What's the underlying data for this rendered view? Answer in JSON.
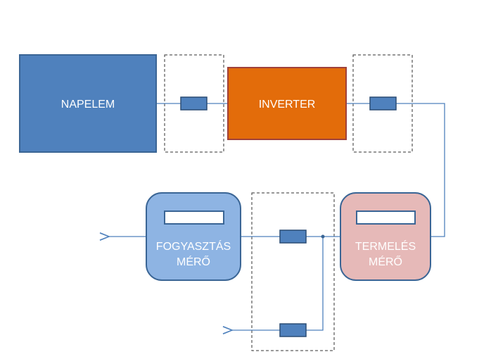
{
  "diagram": {
    "nodes": {
      "napelem": {
        "label": "NAPELEM",
        "color": "#4f81bd",
        "border": "#3a6595"
      },
      "inverter": {
        "label": "INVERTER",
        "color": "#e36c0a",
        "border": "#a0413a"
      },
      "fogyasztas_mero": {
        "label_line1": "FOGYASZTÁS",
        "label_line2": "MÉRŐ",
        "color": "#8eb4e3",
        "border": "#3a6595"
      },
      "termeles_mero": {
        "label_line1": "TERMELÉS",
        "label_line2": "MÉRŐ",
        "color": "#e6b9b8",
        "border": "#3a6595"
      }
    },
    "colors": {
      "line": "#4f81bd",
      "fuse": "#4f81bd",
      "fuse_border": "#2c4d75",
      "dashed": "#333333",
      "display": "#ffffff"
    }
  }
}
